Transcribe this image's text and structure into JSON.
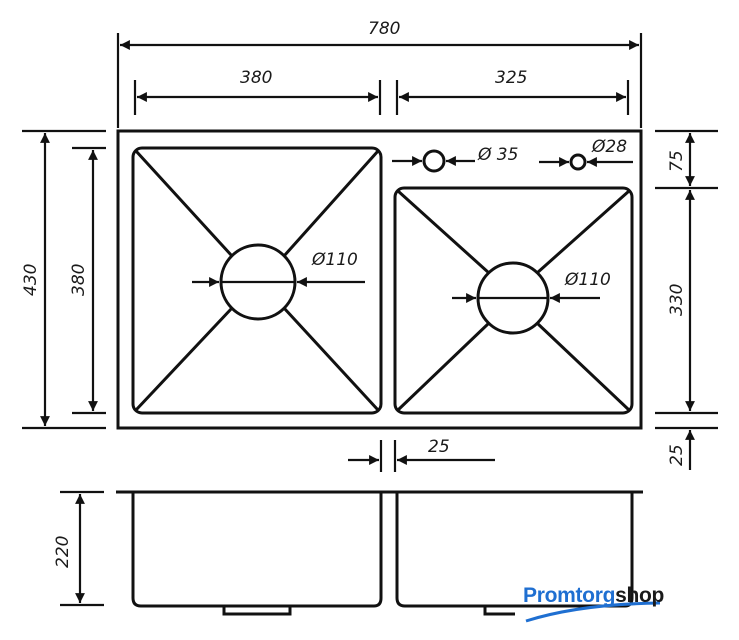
{
  "dimensions": {
    "total_width": "780",
    "left_bowl_width": "380",
    "right_bowl_width": "325",
    "total_depth": "430",
    "left_bowl_depth": "380",
    "right_top_margin": "75",
    "right_bowl_depth": "330",
    "bottom_margin": "25",
    "gap_between_bowls": "25",
    "bowl_height": "220"
  },
  "holes": {
    "faucet_hole": "Ø 35",
    "small_hole": "Ø28",
    "left_drain": "Ø110",
    "right_drain": "Ø110"
  },
  "logo": {
    "part1": "Promtorg",
    "part2": "shop",
    "accent": "#1f6fd1"
  }
}
